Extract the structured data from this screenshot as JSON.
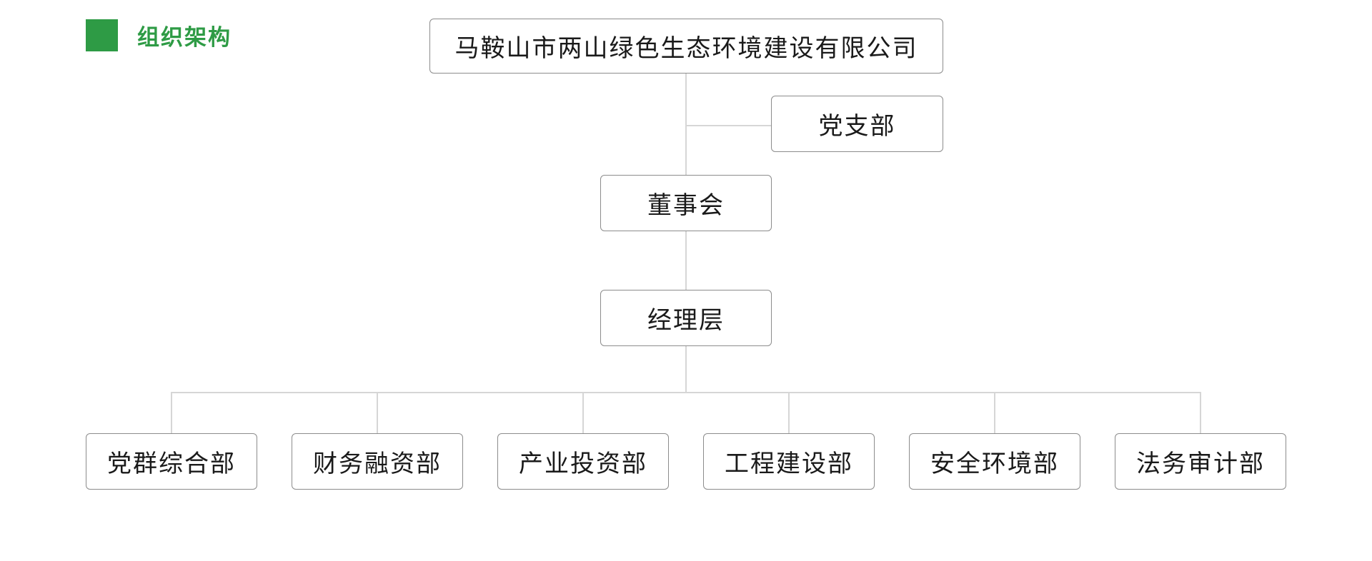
{
  "page": {
    "background_color": "#ffffff",
    "accent_green": "#2e9b45",
    "box_border_color": "#8c8c8c",
    "connector_color": "#d6d6d6",
    "text_color": "#1a1a1a"
  },
  "header": {
    "title": "组织架构",
    "bullet_icon": "green-square"
  },
  "org_chart": {
    "root": {
      "label": "马鞍山市两山绿色生态环境建设有限公司"
    },
    "party_branch": {
      "label": "党支部"
    },
    "board": {
      "label": "董事会"
    },
    "management": {
      "label": "经理层"
    },
    "departments": [
      {
        "label": "党群综合部"
      },
      {
        "label": "财务融资部"
      },
      {
        "label": "产业投资部"
      },
      {
        "label": "工程建设部"
      },
      {
        "label": "安全环境部"
      },
      {
        "label": "法务审计部"
      }
    ]
  }
}
